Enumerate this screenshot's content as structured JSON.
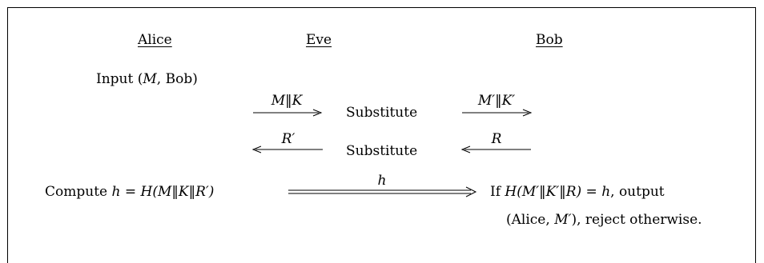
{
  "parties": {
    "alice": "Alice",
    "eve": "Eve",
    "bob": "Bob"
  },
  "alice_input": {
    "prefix": "Input (",
    "m": "M",
    "suffix": ", Bob)"
  },
  "rows": [
    {
      "left_label": "M‖K",
      "eve_action": "Substitute",
      "right_label": "M′‖K′"
    },
    {
      "left_label": "R′",
      "eve_action": "Substitute",
      "right_label": "R"
    }
  ],
  "alice_compute": {
    "prefix": "Compute ",
    "formula": "h = H(M‖K‖R′)"
  },
  "final_message": "h",
  "bob_check": {
    "prefix": "If ",
    "formula": "H(M′‖K′‖R) = h",
    "suffix": ", output"
  },
  "bob_output": {
    "prefix": "(Alice, ",
    "m": "M′",
    "suffix": "), reject otherwise."
  }
}
